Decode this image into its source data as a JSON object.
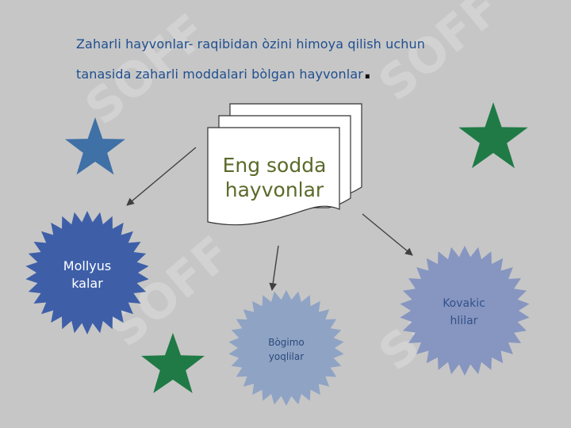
{
  "title": {
    "line1": "Zaharli hayvonlar- raqibidan òzini himoya qilish uchun",
    "line2": "tanasida zaharli moddalari bòlgan hayvonlar",
    "end_mark": "."
  },
  "central_node": {
    "line1": "Eng sodda",
    "line2": "hayvonlar",
    "text_color": "#5a6a2a"
  },
  "nodes": {
    "mollyuskalar": {
      "line1": "Mollyus",
      "line2": "kalar",
      "fill": "#3e5fa8",
      "text_color": "#ffffff"
    },
    "bogimoyoqlilar": {
      "line1": "Bògimo",
      "line2": "yoqlilar",
      "fill": "#8fa3c4",
      "text_color": "#2a4a7a"
    },
    "kovakichlilar": {
      "line1": "Kovakic",
      "line2": "hlilar",
      "fill": "#8696c0",
      "text_color": "#34508a"
    }
  },
  "decorations": {
    "star_blue": "#3f70a6",
    "star_green": "#1f7a45",
    "watermark": "SOFF",
    "watermark_color": "#ffffff"
  },
  "colors": {
    "background": "#c6c6c6",
    "arrow": "#404040"
  }
}
